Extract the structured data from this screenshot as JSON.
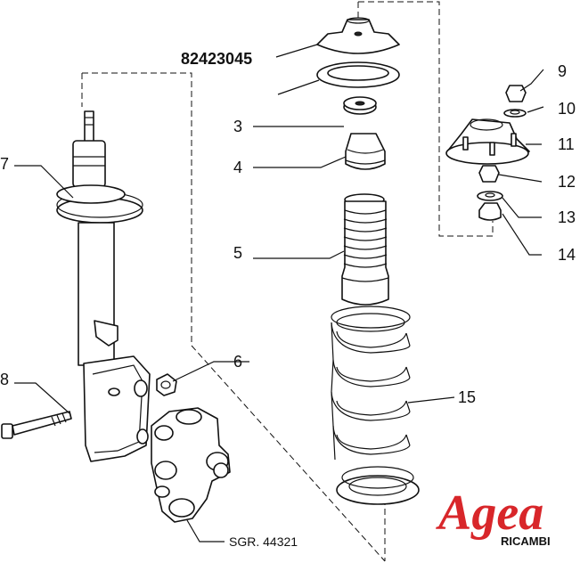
{
  "callouts": {
    "part_82423045": "82423045",
    "part_3": "3",
    "part_4": "4",
    "part_5": "5",
    "part_6": "6",
    "part_7": "7",
    "part_8": "8",
    "part_9": "9",
    "part_10": "10",
    "part_11": "11",
    "part_12": "12",
    "part_13": "13",
    "part_14": "14",
    "part_15": "15"
  },
  "reference": "SGR. 44321",
  "logo": {
    "brand": "Agea",
    "sub": "RICAMBI",
    "color": "#d8262a"
  }
}
